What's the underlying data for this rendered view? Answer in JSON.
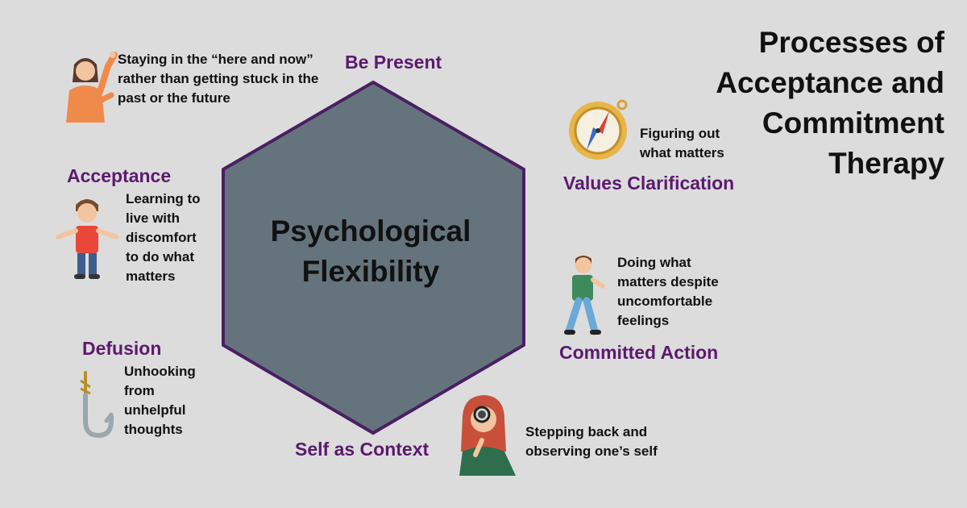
{
  "title": {
    "lines": [
      "Processes of",
      "Acceptance and",
      "Commitment",
      "Therapy"
    ]
  },
  "center": {
    "lines": [
      "Psychological",
      "Flexibility"
    ]
  },
  "colors": {
    "background": "#dcdcdc",
    "hexagon_fill": "#65747c",
    "hexagon_stroke": "#4a1f63",
    "process_label": "#5b1a6e",
    "text": "#111111"
  },
  "processes": {
    "be_present": {
      "label": "Be  Present",
      "description": [
        "Staying in the “here and now”",
        "rather than getting stuck in the",
        "past or the future"
      ],
      "icon": "woman-waving-icon"
    },
    "acceptance": {
      "label": "Acceptance",
      "description": [
        "Learning to",
        "live with",
        "discomfort",
        "to do what",
        "matters"
      ],
      "icon": "boy-arms-out-icon"
    },
    "defusion": {
      "label": "Defusion",
      "description": [
        "Unhooking",
        "from",
        "unhelpful",
        "thoughts"
      ],
      "icon": "fish-hook-icon"
    },
    "self_as_context": {
      "label": "Self as Context",
      "description": [
        "Stepping back and",
        "observing one’s self"
      ],
      "icon": "woman-magnifier-icon"
    },
    "committed_action": {
      "label": "Committed Action",
      "description": [
        "Doing what",
        "matters despite",
        "uncomfortable",
        "feelings"
      ],
      "icon": "walking-boy-icon"
    },
    "values_clarification": {
      "label": "Values Clarification",
      "description": [
        "Figuring out",
        "what matters"
      ],
      "icon": "compass-icon"
    }
  }
}
